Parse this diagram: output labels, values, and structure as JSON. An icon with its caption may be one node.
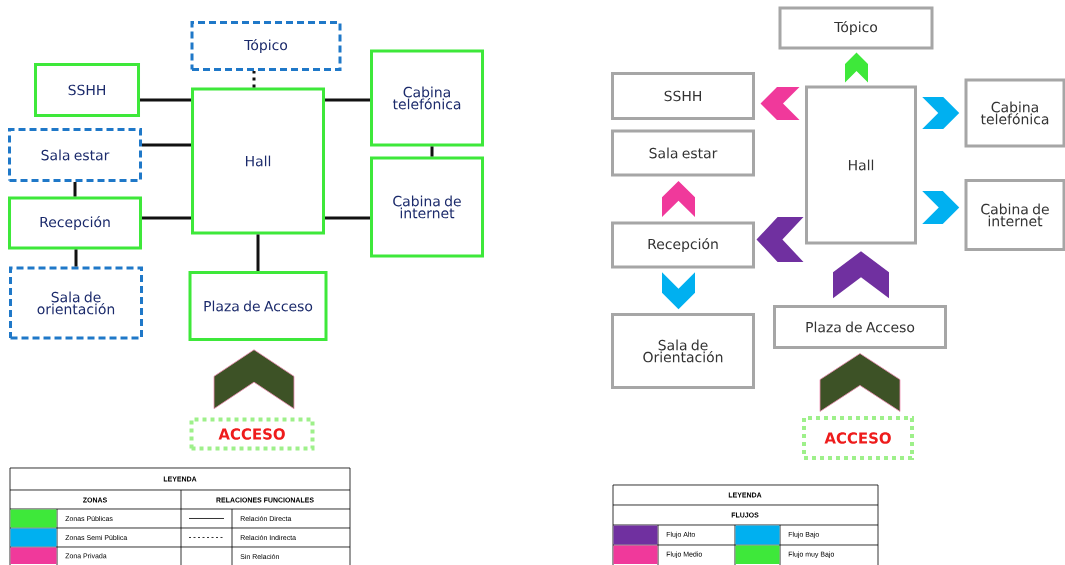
{
  "diagram": {
    "nodes": [
      {
        "text": [
          "Tópico"
        ]
      },
      {
        "text": [
          "SSHH"
        ]
      },
      {
        "text": [
          "Sala estar"
        ]
      },
      {
        "text": [
          "Recepción"
        ]
      },
      {
        "text": [
          "Sala de orientación"
        ]
      },
      {
        "text": [
          "Hall"
        ]
      },
      {
        "text": [
          "Cabina telefónica"
        ]
      },
      {
        "text": [
          "Cabina de internet"
        ]
      },
      {
        "text": [
          "Plaza de Acceso"
        ]
      },
      {
        "text": [
          "ACCESO"
        ]
      },
      {
        "text": [
          "Tópico"
        ]
      },
      {
        "text": [
          "SSHH"
        ]
      },
      {
        "text": [
          "Sala estar"
        ]
      },
      {
        "text": [
          "Recepción"
        ]
      },
      {
        "text": [
          "Sala de Orientación"
        ]
      },
      {
        "text": [
          "Hall"
        ]
      },
      {
        "text": [
          "Cabina telefónica"
        ]
      },
      {
        "text": [
          "Cabina de internet"
        ]
      },
      {
        "text": [
          "Plaza de Acceso"
        ]
      },
      {
        "text": [
          "ACCESO"
        ]
      }
    ],
    "edges": [
      {
        "from": 5,
        "to": 0,
        "arrow": "none",
        "style": "dashed"
      },
      {
        "from": 1,
        "to": 5,
        "arrow": "none"
      },
      {
        "from": 2,
        "to": 5,
        "arrow": "none"
      },
      {
        "from": 3,
        "to": 5,
        "arrow": "none"
      },
      {
        "from": 2,
        "to": 3,
        "arrow": "none"
      },
      {
        "from": 3,
        "to": 4,
        "arrow": "none"
      },
      {
        "from": 6,
        "to": 5,
        "arrow": "none"
      },
      {
        "from": 7,
        "to": 5,
        "arrow": "none"
      },
      {
        "from": 6,
        "to": 7,
        "arrow": "none"
      },
      {
        "from": 8,
        "to": 5,
        "arrow": "none"
      },
      {
        "from": 9,
        "to": 8,
        "arrow": "to",
        "color": "#3d5226"
      },
      {
        "from": 15,
        "to": 10,
        "arrow": "to",
        "color": "#3ee83a"
      },
      {
        "from": 15,
        "to": 11,
        "arrow": "to",
        "color": "#f0399b"
      },
      {
        "from": 15,
        "to": 16,
        "arrow": "to",
        "color": "#00b0f0"
      },
      {
        "from": 15,
        "to": 17,
        "arrow": "to",
        "color": "#00b0f0"
      },
      {
        "from": 15,
        "to": 13,
        "arrow": "to",
        "color": "#7030a0"
      },
      {
        "from": 13,
        "to": 12,
        "arrow": "to",
        "color": "#f0399b"
      },
      {
        "from": 13,
        "to": 14,
        "arrow": "to",
        "color": "#00b0f0"
      },
      {
        "from": 18,
        "to": 15,
        "arrow": "to",
        "color": "#7030a0"
      },
      {
        "from": 19,
        "to": 18,
        "arrow": "to",
        "color": "#3d5226"
      }
    ],
    "labels": [
      "LEYENDA",
      "ZONAS",
      "RELACIONES FUNCIONALES",
      "LEYENDA",
      "FLUJOS"
    ],
    "legend": [
      {
        "text": "Zonas Públicas",
        "color": "#3ee83a"
      },
      {
        "text": "Relación Directa"
      },
      {
        "text": "Zonas Semi Pública",
        "color": "#00b0f0"
      },
      {
        "text": "Relación Indirecta"
      },
      {
        "text": "Zona Privada",
        "color": "#f0399b"
      },
      {
        "text": "Sin Relación"
      },
      {
        "text": "Flujo Alto",
        "color": "#7030a0"
      },
      {
        "text": "Flujo Bajo",
        "color": "#00b0f0"
      },
      {
        "text": "Flujo Medio",
        "color": "#f0399b"
      },
      {
        "text": "Flujo muy Bajo",
        "color": "#3ee83a"
      }
    ]
  }
}
